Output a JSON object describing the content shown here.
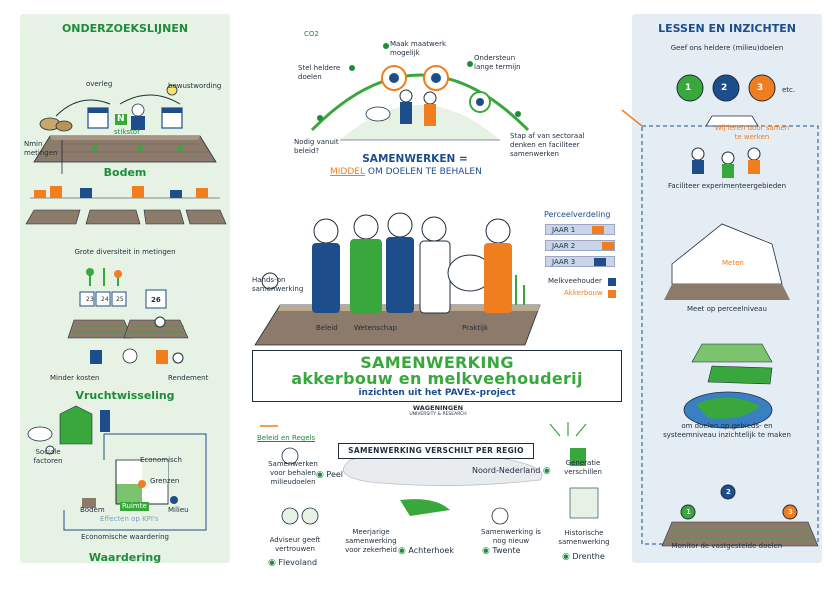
{
  "colors": {
    "green": "#38a83c",
    "dark_green": "#1e8c3a",
    "blue": "#1e4d8c",
    "orange": "#f07d1e",
    "left_bg": "#e6f2e4",
    "right_bg": "#e4ecf4"
  },
  "left": {
    "title": "ONDERZOEKSLIJNEN",
    "bodem": {
      "title": "Bodem",
      "labels": [
        "overleg",
        "bewustwording",
        "Nmin metingen",
        "stikstof"
      ],
      "calendar": [
        "24",
        "25"
      ],
      "n": "N"
    },
    "diversiteit": "Grote diversiteit in metingen",
    "vruchtwisseling": {
      "title": "Vruchtwisseling",
      "labels": [
        "Minder kosten",
        "Rendement"
      ],
      "calendar": [
        "23",
        "24",
        "25",
        "26"
      ]
    },
    "waardering": {
      "title": "Waardering",
      "labels": [
        "Sociale factoren",
        "Economisch",
        "Grenzen",
        "Ruimte",
        "Bodem",
        "Milieu",
        "Effecten op KPI's",
        "Economische waardering"
      ]
    }
  },
  "top": {
    "items": [
      "Stel heldere doelen",
      "Maak maatwerk mogelijk",
      "Ondersteun lange termijn",
      "Nodig vanuit beleid?",
      "Stap af van sectoraal denken en faciliteer samenwerken"
    ],
    "headline": "SAMENWERKEN =",
    "subline_word": "MIDDEL",
    "subline_rest": "OM DOELEN TE BEHALEN",
    "co2": "CO2"
  },
  "center": {
    "hands_on": "Hands-on samenwerking",
    "people": [
      "Beleid",
      "Wetenschap",
      "Praktijk"
    ],
    "perceel": {
      "title": "Perceelverdeling",
      "years": [
        "JAAR 1",
        "JAAR 2",
        "JAAR 3"
      ],
      "legend": [
        "Melkveehouder",
        "Akkerbouw"
      ]
    }
  },
  "banner": {
    "line1": "SAMENWERKING",
    "line2": "akkerbouw en melkveehouderij",
    "line3": "inzichten uit het PAVEx-project",
    "logo": "WAGENINGEN",
    "logo_sub": "UNIVERSITY & RESEARCH"
  },
  "regions": {
    "title": "SAMENWERKING VERSCHILT PER REGIO",
    "beleid": "Beleid en Regels",
    "items": [
      {
        "text": "Samenwerken voor behalen milieudoelen",
        "region": "Peel"
      },
      {
        "text": "Generatie verschillen",
        "region": "Noord-Nederland"
      },
      {
        "text": "Adviseur geeft vertrouwen",
        "region": "Flevoland"
      },
      {
        "text": "Meerjarige samenwerking voor zekerheid",
        "region": "Achterhoek"
      },
      {
        "text": "Samenwerking is nog nieuw",
        "region": "Twente"
      },
      {
        "text": "Historische samenwerking",
        "region": "Drenthe"
      }
    ]
  },
  "right": {
    "title": "LESSEN EN INZICHTEN",
    "goals": "Geef ons heldere (milieu)doelen",
    "numbers": [
      "1",
      "2",
      "3"
    ],
    "etc": "etc.",
    "learn": "Wij leren door samen te werken",
    "faciliteer": "Faciliteer experimenteergebieden",
    "meten": "Meten",
    "meet": "Meet op perceelniveau",
    "systeem": "om doelen op gebieds- en systeemniveau inzichtelijk te maken",
    "monitor": "Monitor de vastgestelde doelen",
    "monitor_numbers": [
      "1",
      "2",
      "3"
    ]
  }
}
